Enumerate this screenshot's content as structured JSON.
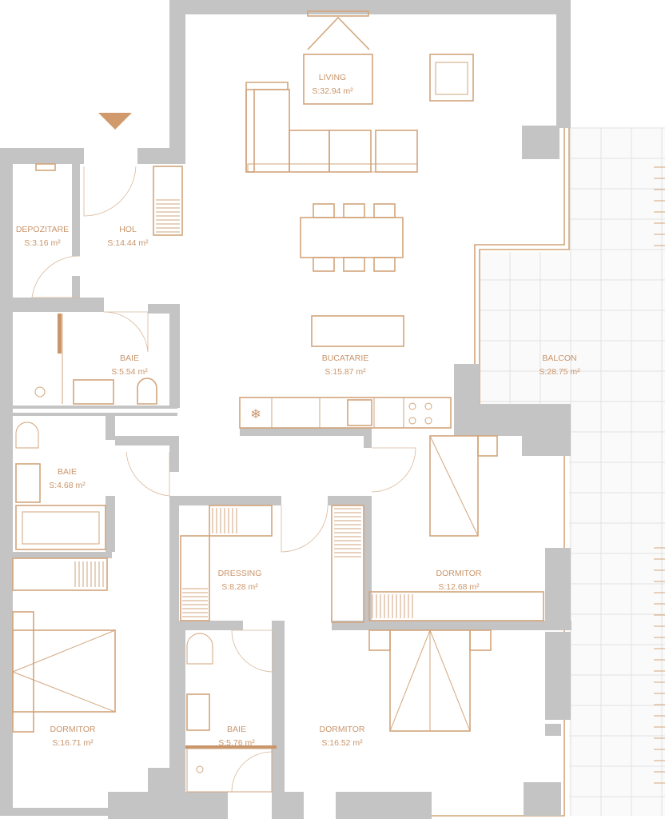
{
  "colors": {
    "wall": "#c4c4c4",
    "furniture": "#d2a57c",
    "label": "#c9956b",
    "entrance_marker": "#d09a6c"
  },
  "entrance_marker_icon": "triangle-down-icon",
  "rooms": [
    {
      "id": "living",
      "name": "LIVING",
      "area": "S:32.94 m²"
    },
    {
      "id": "depozitare",
      "name": "DEPOZITARE",
      "area": "S:3.16 m²"
    },
    {
      "id": "hol",
      "name": "HOL",
      "area": "S:14.44 m²"
    },
    {
      "id": "baie-1",
      "name": "BAIE",
      "area": "S:5.54 m²"
    },
    {
      "id": "bucatarie",
      "name": "BUCATARIE",
      "area": "S:15.87 m²"
    },
    {
      "id": "balcon",
      "name": "BALCON",
      "area": "S:28.75 m²"
    },
    {
      "id": "baie-2",
      "name": "BAIE",
      "area": "S:4.68 m²"
    },
    {
      "id": "dressing",
      "name": "DRESSING",
      "area": "S:8.28 m²"
    },
    {
      "id": "dormitor-1",
      "name": "DORMITOR",
      "area": "S:12.68 m²"
    },
    {
      "id": "dormitor-2",
      "name": "DORMITOR",
      "area": "S:16.71 m²"
    },
    {
      "id": "baie-3",
      "name": "BAIE",
      "area": "S:5.76 m²"
    },
    {
      "id": "dormitor-3",
      "name": "DORMITOR",
      "area": "S:16.52 m²"
    }
  ]
}
